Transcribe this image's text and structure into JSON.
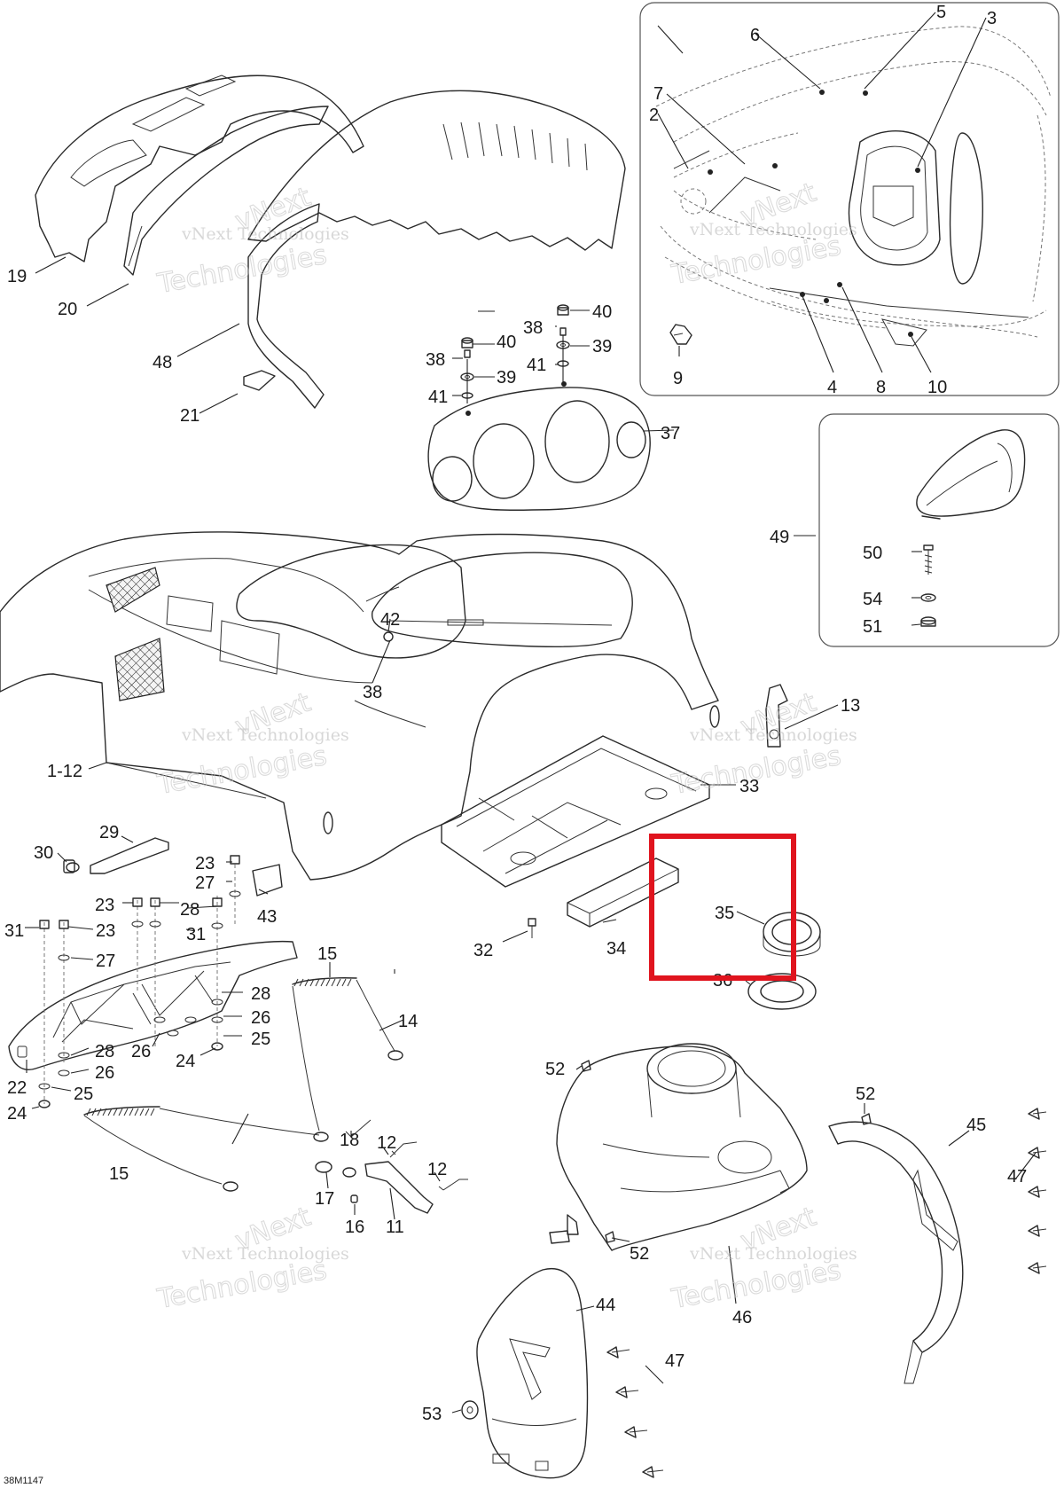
{
  "diagram": {
    "drawing_ref": "38M1147",
    "watermark_line1": "vNext Technologies",
    "watermark_line2": "vNext",
    "watermark_line3": "Technologies",
    "highlight_color": "#e0141e",
    "labels": {
      "p1_12": "1-12",
      "p2": "2",
      "p3": "3",
      "p4": "4",
      "p5": "5",
      "p6": "6",
      "p7": "7",
      "p8": "8",
      "p9": "9",
      "p10": "10",
      "p11": "11",
      "p12a": "12",
      "p12b": "12",
      "p13": "13",
      "p14": "14",
      "p15a": "15",
      "p15b": "15",
      "p16": "16",
      "p17": "17",
      "p18": "18",
      "p19": "19",
      "p20": "20",
      "p21": "21",
      "p22": "22",
      "p23a": "23",
      "p23b": "23",
      "p23c": "23",
      "p24a": "24",
      "p24b": "24",
      "p25a": "25",
      "p25b": "25",
      "p26a": "26",
      "p26b": "26",
      "p26c": "26",
      "p27a": "27",
      "p27b": "27",
      "p28a": "28",
      "p28b": "28",
      "p28c": "28",
      "p29": "29",
      "p30": "30",
      "p31a": "31",
      "p31b": "31",
      "p32": "32",
      "p33": "33",
      "p34": "34",
      "p35": "35",
      "p36": "36",
      "p37": "37",
      "p38a": "38",
      "p38b": "38",
      "p38c": "38",
      "p39a": "39",
      "p39b": "39",
      "p40a": "40",
      "p40b": "40",
      "p41a": "41",
      "p41b": "41",
      "p42": "42",
      "p43": "43",
      "p44": "44",
      "p45": "45",
      "p46": "46",
      "p47a": "47",
      "p47b": "47",
      "p48": "48",
      "p49": "49",
      "p50": "50",
      "p51": "51",
      "p52a": "52",
      "p52b": "52",
      "p52c": "52",
      "p53": "53",
      "p54": "54"
    }
  }
}
